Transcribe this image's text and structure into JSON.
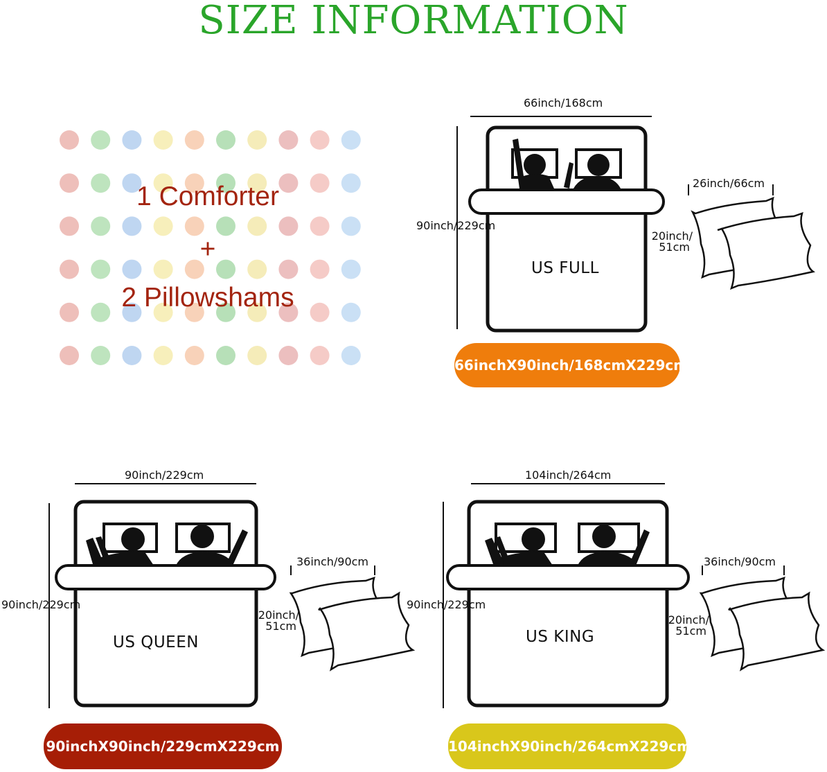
{
  "title": "SIZE INFORMATION",
  "colors": {
    "title": "#2aa52a",
    "set_text": "#a3240f",
    "dots": [
      "#e8a9a3",
      "#a8dba8",
      "#a9c8ec",
      "#f4e9a4",
      "#f6c3a1",
      "#9fd6a0",
      "#f2e6a2",
      "#e5aaa9",
      "#f2b9b4",
      "#b8d5f1"
    ]
  },
  "set": {
    "line1": "1 Comforter",
    "plus": "+",
    "line2": "2 Pillowshams"
  },
  "sizes": {
    "full": {
      "name": "US FULL",
      "width_label": "66inch/168cm",
      "length_label": "90inch/229cm",
      "pillow_width": "26inch/66cm",
      "pillow_height_1": "20inch/",
      "pillow_height_2": "51cm",
      "summary": "66inchX90inch/168cmX229cm",
      "color": "#ef7d0c"
    },
    "queen": {
      "name": "US QUEEN",
      "width_label": "90inch/229cm",
      "length_label": "90inch/229cm",
      "pillow_width": "36inch/90cm",
      "pillow_height_1": "20inch/",
      "pillow_height_2": "51cm",
      "summary": "90inchX90inch/229cmX229cm",
      "color": "#a61e06"
    },
    "king": {
      "name": "US KING",
      "width_label": "104inch/264cm",
      "length_label": "90inch/229cm",
      "pillow_width": "36inch/90cm",
      "pillow_height_1": "20inch/",
      "pillow_height_2": "51cm",
      "summary": "104inchX90inch/264cmX229cm",
      "color": "#d9c71b"
    }
  }
}
